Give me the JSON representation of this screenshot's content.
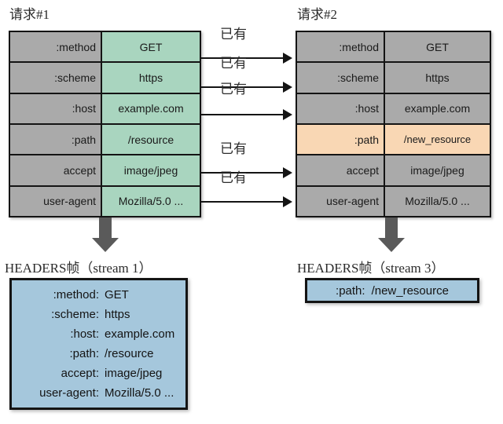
{
  "diagram": {
    "title_left": "请求#1",
    "title_right": "请求#2",
    "reuse_label": "已有",
    "frame_caption_left": "HEADERS帧（stream 1）",
    "frame_caption_right": "HEADERS帧（stream 3）",
    "colors": {
      "gray": "#aaaaaa",
      "green": "#a9d5bf",
      "orange": "#f9d7b4",
      "blue": "#a5c7dc",
      "stroke": "#141414",
      "arrow_fill": "#5a5a5a"
    }
  },
  "request1": {
    "rows": [
      {
        "name": ":method",
        "value": "GET",
        "fill": "green"
      },
      {
        "name": ":scheme",
        "value": "https",
        "fill": "green"
      },
      {
        "name": ":host",
        "value": "example.com",
        "fill": "green"
      },
      {
        "name": ":path",
        "value": "/resource",
        "fill": "green"
      },
      {
        "name": "accept",
        "value": "image/jpeg",
        "fill": "green"
      },
      {
        "name": "user-agent",
        "value": "Mozilla/5.0 ...",
        "fill": "green"
      }
    ]
  },
  "request2": {
    "rows": [
      {
        "name": ":method",
        "value": "GET",
        "fill": "gray"
      },
      {
        "name": ":scheme",
        "value": "https",
        "fill": "gray"
      },
      {
        "name": ":host",
        "value": "example.com",
        "fill": "gray"
      },
      {
        "name": ":path",
        "value": "/new_resource",
        "fill": "orange"
      },
      {
        "name": "accept",
        "value": "image/jpeg",
        "fill": "gray"
      },
      {
        "name": "user-agent",
        "value": "Mozilla/5.0 ...",
        "fill": "gray"
      }
    ]
  },
  "reuse_arrows": [
    {
      "label": "已有",
      "row": 0
    },
    {
      "label": "已有",
      "row": 1
    },
    {
      "label": "已有",
      "row": 2
    },
    {
      "label": "已有",
      "row": 4
    },
    {
      "label": "已有",
      "row": 5
    }
  ],
  "frame1": {
    "caption": "HEADERS帧（stream 1）",
    "lines": [
      {
        "name": ":method:",
        "value": "GET"
      },
      {
        "name": ":scheme:",
        "value": "https"
      },
      {
        "name": ":host:",
        "value": "example.com"
      },
      {
        "name": ":path:",
        "value": "/resource"
      },
      {
        "name": "accept:",
        "value": "image/jpeg"
      },
      {
        "name": "user-agent:",
        "value": "Mozilla/5.0 ..."
      }
    ]
  },
  "frame2": {
    "caption": "HEADERS帧（stream 3）",
    "lines": [
      {
        "name": ":path:",
        "value": "/new_resource"
      }
    ]
  }
}
